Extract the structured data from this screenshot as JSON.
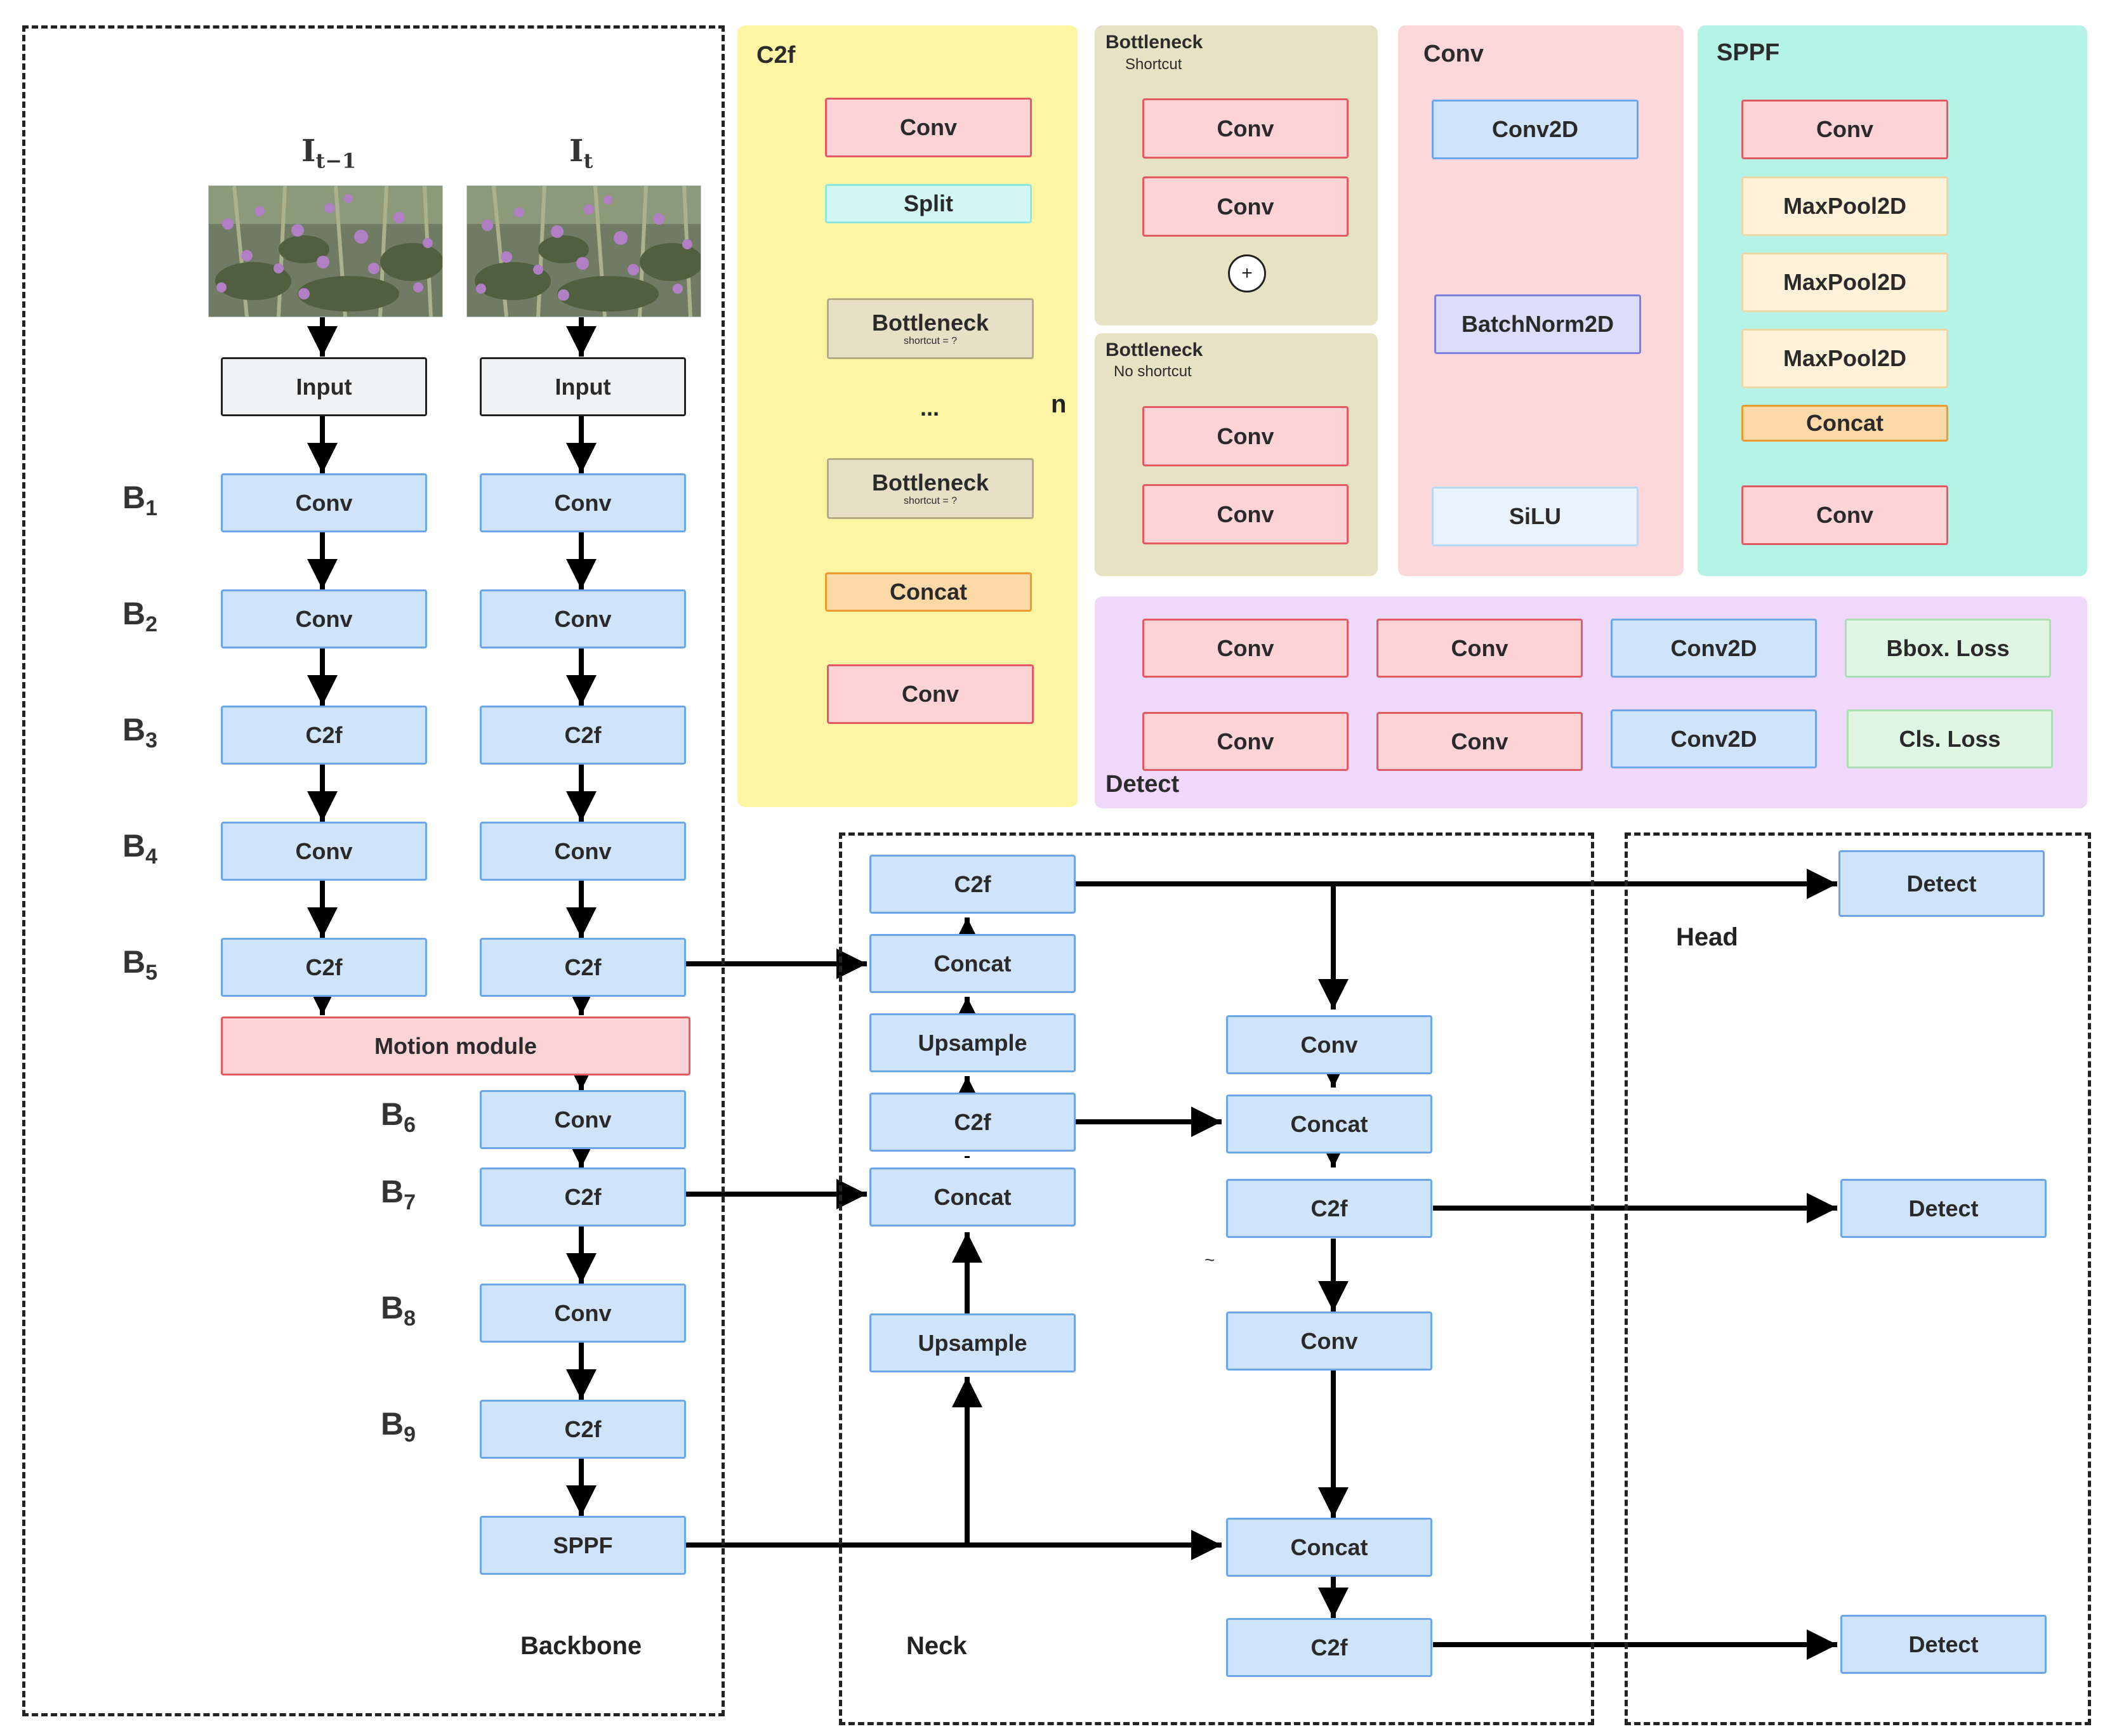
{
  "images": {
    "prev_label": "I",
    "prev_sub": "t−1",
    "curr_label": "I",
    "curr_sub": "t"
  },
  "backbone": {
    "label": "Backbone",
    "stage_prefix": "B",
    "input": "Input",
    "left_column": [
      "Conv",
      "Conv",
      "C2f",
      "Conv",
      "C2f"
    ],
    "right_column": [
      "Conv",
      "Conv",
      "C2f",
      "Conv",
      "C2f"
    ],
    "motion": "Motion module",
    "lower": [
      "Conv",
      "C2f",
      "Conv",
      "C2f",
      "SPPF"
    ],
    "stages": [
      "1",
      "2",
      "3",
      "4",
      "5",
      "6",
      "7",
      "8",
      "9"
    ]
  },
  "neck": {
    "label": "Neck",
    "left_column": [
      "C2f",
      "Concat",
      "Upsample",
      "C2f",
      "Concat",
      "Upsample"
    ],
    "right_column": [
      "Conv",
      "Concat",
      "C2f",
      "Conv",
      "Concat",
      "C2f"
    ],
    "stray_mark": "~"
  },
  "head": {
    "label": "Head",
    "detects": [
      "Detect",
      "Detect",
      "Detect"
    ]
  },
  "c2f_panel": {
    "title": "C2f",
    "conv_top": "Conv",
    "split": "Split",
    "bottleneck": "Bottleneck",
    "shortcut_note": "shortcut = ?",
    "ellipsis": "...",
    "n_label": "n",
    "concat": "Concat",
    "conv_bottom": "Conv"
  },
  "bottleneck_shortcut": {
    "title": "Bottleneck",
    "note": "Shortcut",
    "blocks": [
      "Conv",
      "Conv"
    ],
    "plus": "+"
  },
  "bottleneck_noshortcut": {
    "title": "Bottleneck",
    "note": "No shortcut",
    "blocks": [
      "Conv",
      "Conv"
    ]
  },
  "conv_panel": {
    "title": "Conv",
    "blocks": [
      "Conv2D",
      "BatchNorm2D",
      "SiLU"
    ]
  },
  "sppf_panel": {
    "title": "SPPF",
    "blocks": [
      "Conv",
      "MaxPool2D",
      "MaxPool2D",
      "MaxPool2D",
      "Concat",
      "Conv"
    ]
  },
  "detect_panel": {
    "title": "Detect",
    "row1": [
      "Conv",
      "Conv",
      "Conv2D",
      "Bbox. Loss"
    ],
    "row2": [
      "Conv",
      "Conv",
      "Conv2D",
      "Cls. Loss"
    ]
  },
  "colors": {
    "c2f_bg": "#fdf5a4",
    "bottleneck_bg": "#e8e2c5",
    "conv_bg": "#fdd8da",
    "sppf_bg": "#b5f3e7",
    "detect_bg": "#f0d8fb",
    "block_blue": "#cfe3fb",
    "block_red": "#fdd3d6"
  }
}
